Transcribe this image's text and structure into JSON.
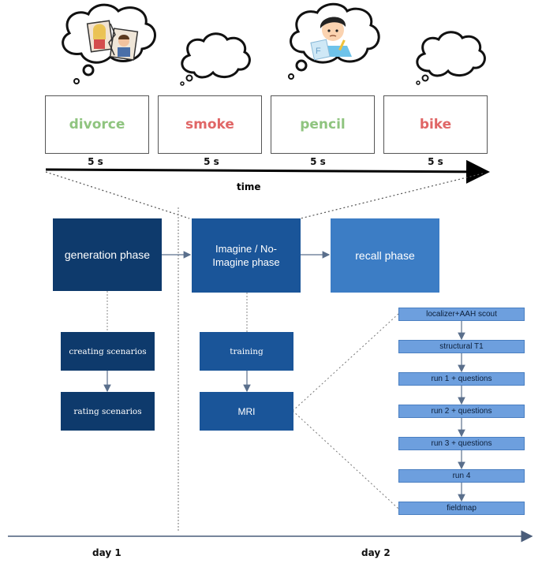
{
  "trial_sequence": {
    "cards": [
      {
        "word": "divorce",
        "color": "#8fc47f",
        "duration": "5 s"
      },
      {
        "word": "smoke",
        "color": "#e06666",
        "duration": "5 s"
      },
      {
        "word": "pencil",
        "color": "#8fc47f",
        "duration": "5 s"
      },
      {
        "word": "bike",
        "color": "#e06666",
        "duration": "5 s"
      }
    ],
    "time_label": "time"
  },
  "phases": {
    "generation": "generation phase",
    "imagine": "Imagine / No-Imagine phase",
    "recall": "recall phase"
  },
  "day1_steps": {
    "creating": "creating scenarios",
    "rating": "rating scenarios"
  },
  "day2_steps": {
    "training": "training",
    "mri": "MRI"
  },
  "mri_sequence": [
    "localizer+AAH scout",
    "structural T1",
    "run 1 + questions",
    "run 2 + questions",
    "run 3 + questions",
    "run 4",
    "fieldmap"
  ],
  "days": {
    "day1": "day 1",
    "day2": "day 2"
  },
  "colors": {
    "phase_dark": "#0e3a6c",
    "phase_mid": "#1a5599",
    "phase_light": "#3c7dc5",
    "mri_step": "#6d9fde",
    "green_word": "#8fc47f",
    "red_word": "#e06666"
  }
}
